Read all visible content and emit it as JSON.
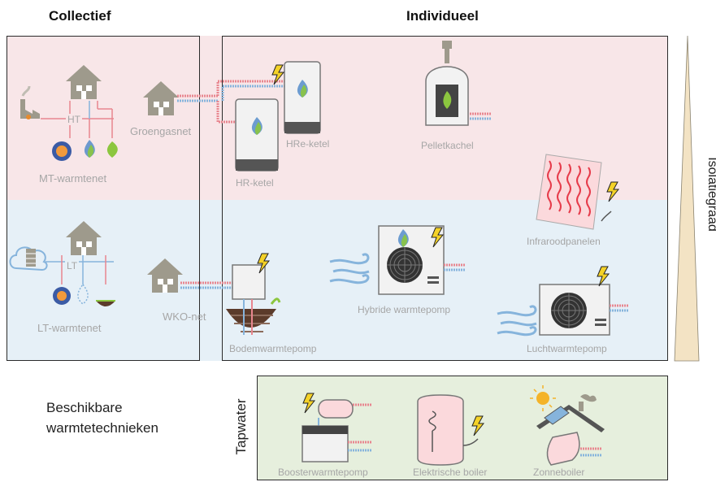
{
  "headers": {
    "collective": "Collectief",
    "individual": "Individueel"
  },
  "insulation_label": "Isolatiegraad",
  "legend_title": [
    "Beschikbare",
    "warmtetechnieken"
  ],
  "tapwater_label": "Tapwater",
  "collective": {
    "ht_label": "HT",
    "lt_label": "LT",
    "mt_network": "MT-warmtenet",
    "lt_network": "LT-warmtenet",
    "gas_network": "Groengasnet",
    "wko_network": "WKO-net"
  },
  "individual": {
    "hr_boiler": "HR-ketel",
    "hre_boiler": "HRe-ketel",
    "pellet_stove": "Pelletkachel",
    "infrared_panels": "Infraroodpanelen",
    "hybrid_heat_pump": "Hybride warmtepomp",
    "ground_heat_pump": "Bodemwarmtepomp",
    "air_heat_pump": "Luchtwarmtepomp"
  },
  "tapwater": {
    "booster": "Boosterwarmtepomp",
    "electric_boiler": "Elektrische boiler",
    "solar_boiler": "Zonneboiler"
  },
  "colors": {
    "pink_zone": "#f8e6e8",
    "blue_zone": "#e6f0f7",
    "green_zone": "#e6efdd",
    "bolt": "#f4d228",
    "flame_blue": "#4a86c7",
    "flame_green": "#8cc63f",
    "house": "#9e9a8c",
    "pipe_red": "#e8868f",
    "pipe_blue": "#86b4dc",
    "wedge": "#f3e3c4"
  }
}
